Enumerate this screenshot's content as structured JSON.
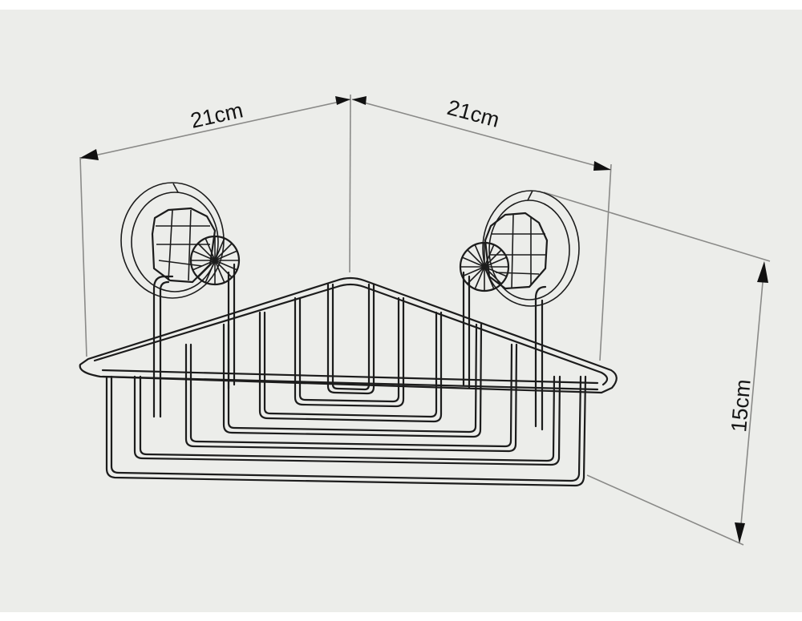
{
  "diagram": {
    "subject": "corner wire shower caddy with suction cups",
    "dimensions": {
      "left_width": {
        "label": "21cm"
      },
      "right_width": {
        "label": "21cm"
      },
      "height": {
        "label": "15cm"
      }
    },
    "colors": {
      "background": "#ecedea",
      "line": "#1c1c1c",
      "dimension_line": "#8a8a88"
    }
  }
}
